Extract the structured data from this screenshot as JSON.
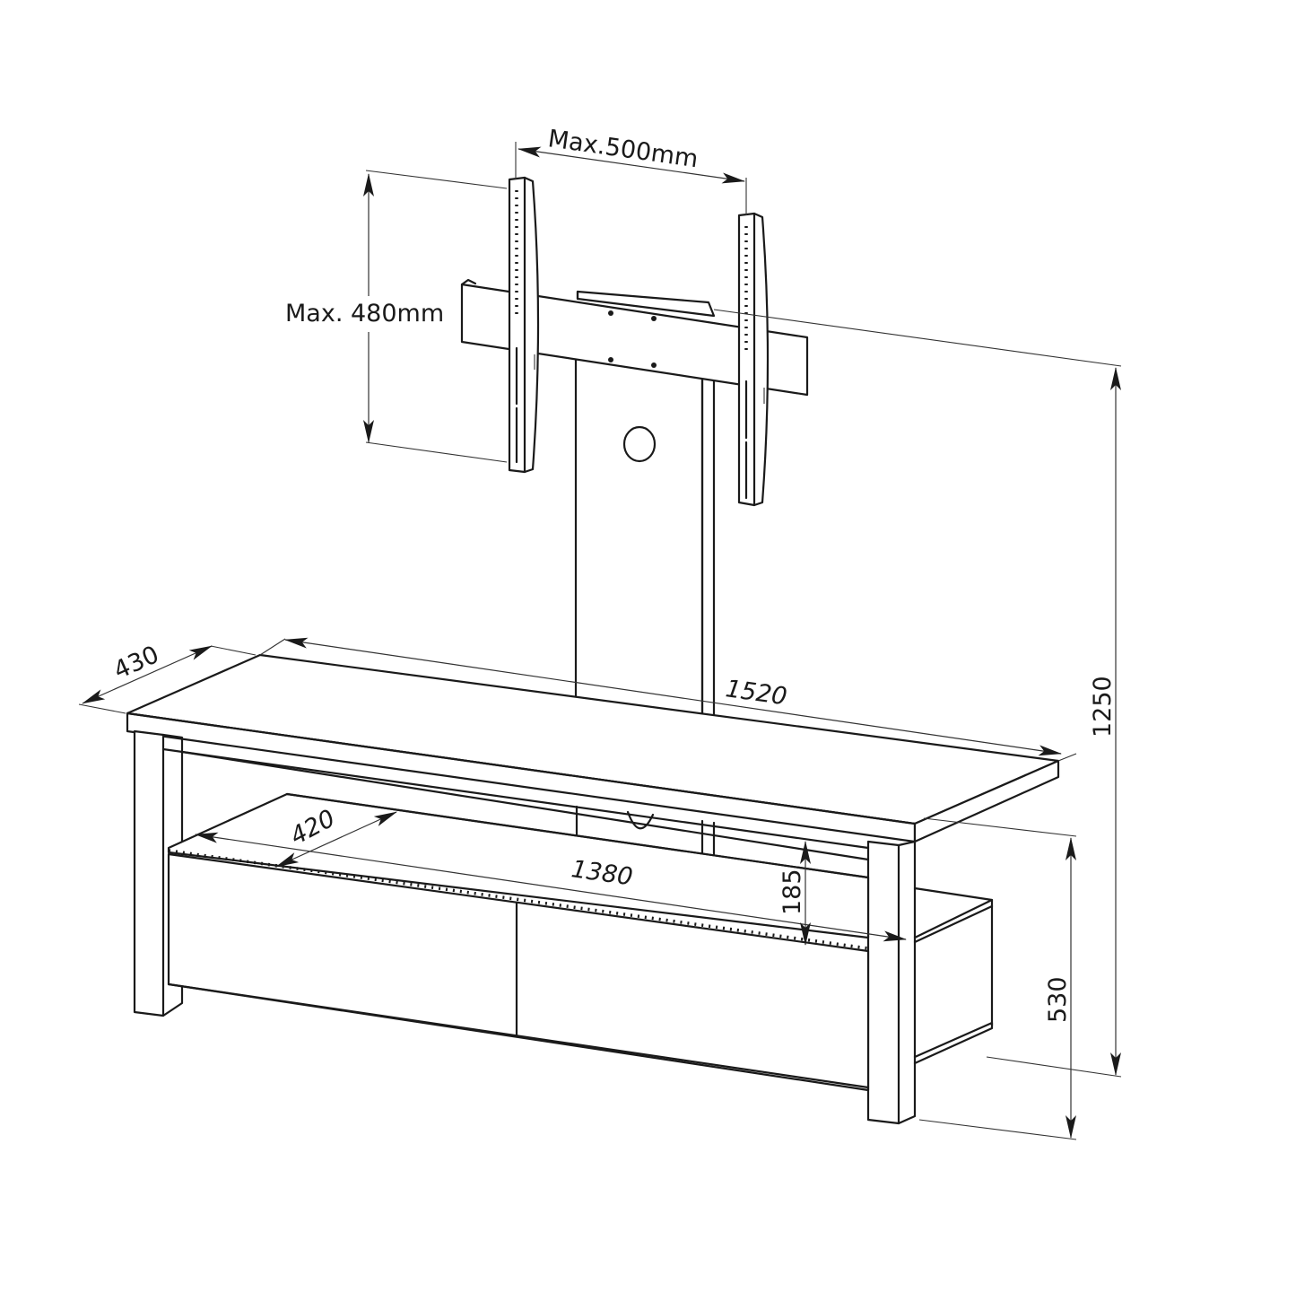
{
  "diagram": {
    "subject": "TV stand with mounting column",
    "line_color": "#1a1a1a",
    "background": "#ffffff"
  },
  "dimensions": {
    "vesa_width": {
      "label": "Max.500mm"
    },
    "vesa_height": {
      "label": "Max. 480mm"
    },
    "top_depth": {
      "label": "430"
    },
    "top_width": {
      "label": "1520"
    },
    "total_height": {
      "label": "1250"
    },
    "shelf_depth": {
      "label": "420"
    },
    "shelf_width": {
      "label": "1380"
    },
    "shelf_clearance": {
      "label": "185"
    },
    "cabinet_height": {
      "label": "530"
    }
  }
}
